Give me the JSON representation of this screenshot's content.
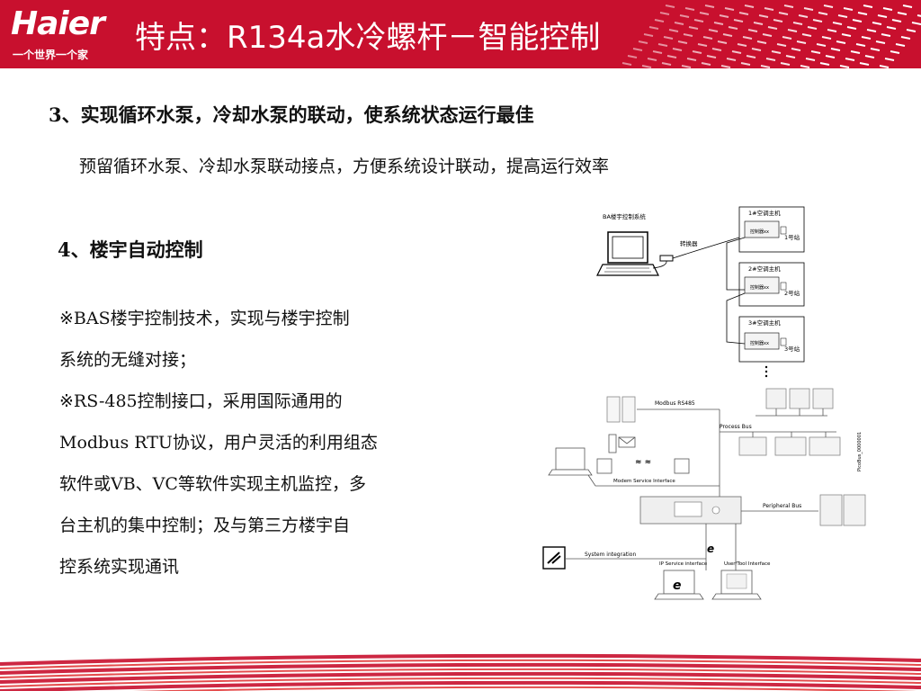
{
  "header": {
    "logo": "Haier",
    "slogan": "一个世界一个家",
    "title": "特点：R134a水冷螺杆－智能控制"
  },
  "section3": {
    "heading": "3、实现循环水泵，冷却水泵的联动，使系统状态运行最佳",
    "text": "预留循环水泵、冷却水泵联动接点，方便系统设计联动，提高运行效率"
  },
  "section4": {
    "heading": "4、楼宇自动控制",
    "lines": [
      "※BAS楼宇控制技术，实现与楼宇控制",
      "系统的无缝对接；",
      "※RS-485控制接口，采用国际通用的",
      "Modbus RTU协议，用户灵活的利用组态",
      "软件或VB、VC等软件实现主机监控，多",
      "台主机的集中控制；及与第三方楼宇自",
      "控系统实现通讯"
    ]
  },
  "diagram1": {
    "ba_label": "BA楼宇控制系统",
    "converter": "转换器",
    "units": [
      {
        "title": "1#空调主机",
        "controller": "控制器xx",
        "station": "1号站"
      },
      {
        "title": "2#空调主机",
        "controller": "控制器xx",
        "station": "2号站"
      },
      {
        "title": "3#空调主机",
        "controller": "控制器xx",
        "station": "3号站"
      }
    ]
  },
  "diagram2": {
    "modbus": "Modbus RS485",
    "process_bus": "Process Bus",
    "modem": "Modem Service Interface",
    "peripheral": "Peripheral Bus",
    "system_integration": "System integration",
    "ip_service": "IP Service interface",
    "user_tool": "User/Tool Interface",
    "side_code": "PicoBus_0000001"
  }
}
